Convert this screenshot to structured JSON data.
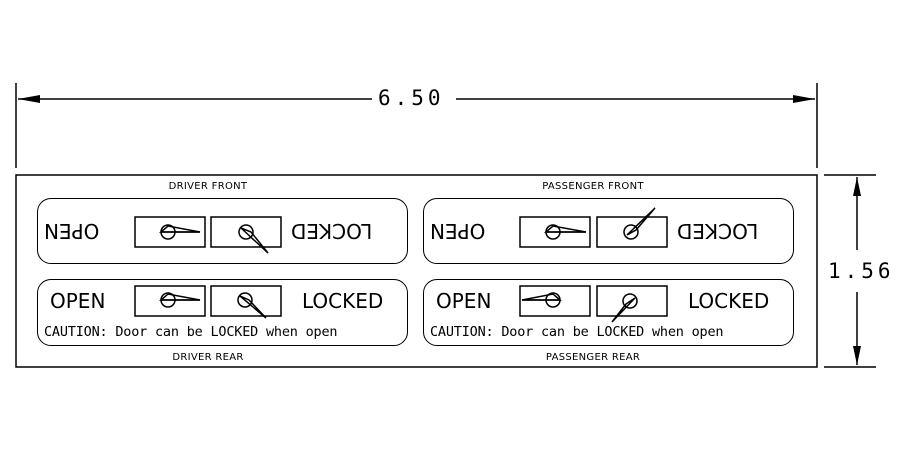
{
  "dimensions": {
    "width": "6.50",
    "height": "1.56"
  },
  "panels": {
    "driver_front": {
      "title": "DRIVER FRONT",
      "left_word": "OPEN",
      "right_word": "LOCKED"
    },
    "passenger_front": {
      "title": "PASSENGER FRONT",
      "left_word": "OPEN",
      "right_word": "LOCKED"
    },
    "driver_rear": {
      "title": "DRIVER REAR",
      "left_word": "OPEN",
      "right_word": "LOCKED",
      "caution": "CAUTION: Door can be LOCKED when open"
    },
    "passenger_rear": {
      "title": "PASSENGER REAR",
      "left_word": "OPEN",
      "right_word": "LOCKED",
      "caution": "CAUTION: Door can be LOCKED when open"
    }
  }
}
